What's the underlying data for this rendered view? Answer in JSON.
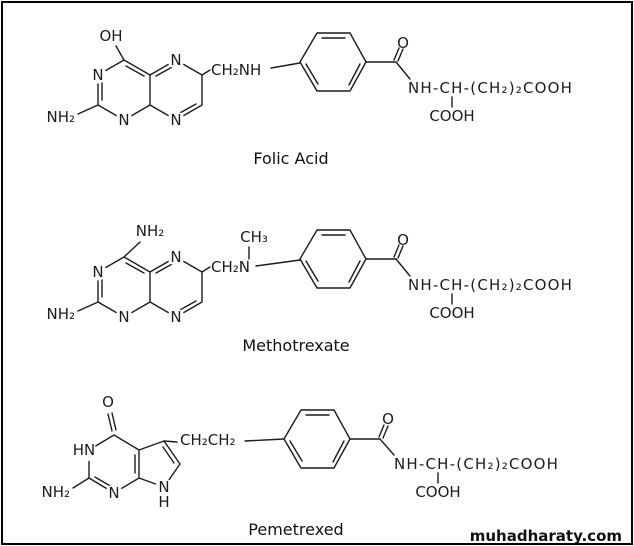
{
  "figure": {
    "background": "#ffffff",
    "border_color": "#000000",
    "ink_color": "#1c1c1c"
  },
  "watermark": {
    "text": "muhadharaty.com"
  },
  "molecules": {
    "folic_acid": {
      "caption": "Folic Acid",
      "labels": {
        "oh": "OH",
        "n_ring_1": "N",
        "n_ring_2": "N",
        "n_ring_3": "N",
        "n_ring_4": "N",
        "nh2": "NH₂",
        "linker": "CH₂NH",
        "carbonyl_o": "O",
        "amide_chain": "NH-CH-(CH₂)₂COOH",
        "cooh": "COOH"
      }
    },
    "methotrexate": {
      "caption": "Methotrexate",
      "labels": {
        "nh2_top": "NH₂",
        "n_ring_1": "N",
        "n_ring_2": "N",
        "n_ring_3": "N",
        "n_ring_4": "N",
        "nh2_left": "NH₂",
        "linker": "CH₂N",
        "n_methyl": "CH₃",
        "carbonyl_o": "O",
        "amide_chain": "NH-CH-(CH₂)₂COOH",
        "cooh": "COOH"
      }
    },
    "pemetrexed": {
      "caption": "Pemetrexed",
      "labels": {
        "o_top": "O",
        "hn": "HN",
        "nh2": "NH₂",
        "n_ring": "N",
        "n_pyrrole": "N",
        "h_pyrrole": "H",
        "linker": "CH₂CH₂",
        "carbonyl_o": "O",
        "amide_chain": "NH-CH-(CH₂)₂COOH",
        "cooh": "COOH"
      }
    }
  }
}
